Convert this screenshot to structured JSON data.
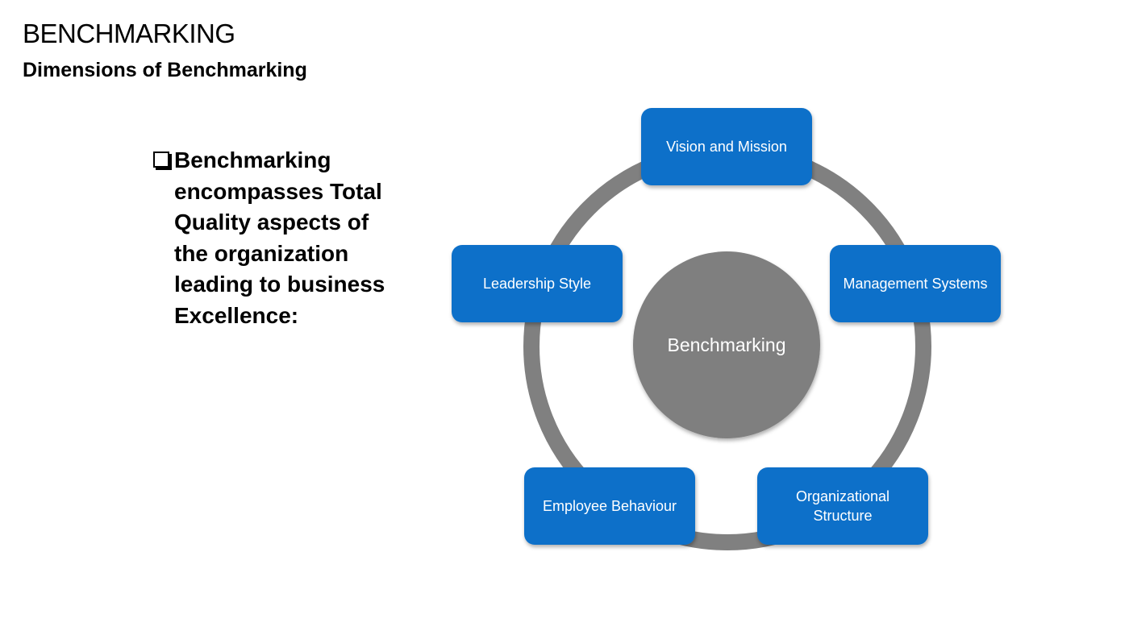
{
  "slide": {
    "title": "BENCHMARKING",
    "subtitle": "Dimensions of Benchmarking"
  },
  "bullet": {
    "icon": "checkbox-bullet-icon",
    "text": "Benchmarking\nencompasses Total\nQuality aspects of\nthe organization\nleading to business\nExcellence:"
  },
  "diagram": {
    "center": "Benchmarking",
    "nodes": [
      {
        "id": "vision",
        "lines": [
          "Vision and Mission"
        ]
      },
      {
        "id": "management",
        "lines": [
          "Management Systems"
        ]
      },
      {
        "id": "org-structure",
        "lines": [
          "Organizational",
          "Structure"
        ]
      },
      {
        "id": "employee",
        "lines": [
          "Employee Behaviour"
        ]
      },
      {
        "id": "leadership",
        "lines": [
          "Leadership Style"
        ]
      }
    ],
    "colors": {
      "node_fill": "#1170c9",
      "ring": "#808080",
      "center_fill": "#7f7f7f"
    }
  }
}
